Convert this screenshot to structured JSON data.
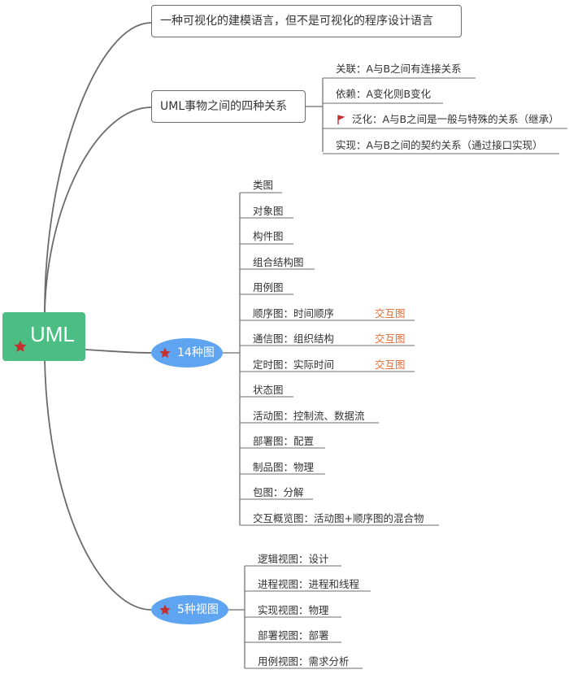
{
  "root": {
    "label": "UML",
    "icon": "star-icon"
  },
  "desc": "一种可视化的建模语言，但不是可视化的程序设计语言",
  "relations": {
    "title": "UML事物之间的四种关系",
    "items": [
      "关联：A与B之间有连接关系",
      "依赖：A变化则B变化",
      "泛化：A与B之间是一般与特殊的关系（继承）",
      "实现：A与B之间的契约关系（通过接口实现）"
    ],
    "flag_icon": "flag-icon"
  },
  "diagrams": {
    "title": "14种图",
    "items": [
      "类图",
      "对象图",
      "构件图",
      "组合结构图",
      "用例图",
      "顺序图：时间顺序",
      "通信图：组织结构",
      "定时图：实际时间",
      "状态图",
      "活动图：控制流、数据流",
      "部署图：配置",
      "制品图：物理",
      "包图：分解",
      "交互概览图：活动图+顺序图的混合物"
    ],
    "interaction_tag": "交互图"
  },
  "views": {
    "title": "5种视图",
    "items": [
      "逻辑视图：设计",
      "进程视图：进程和线程",
      "实现视图：物理",
      "部署视图：部署",
      "用例视图：需求分析"
    ]
  },
  "colors": {
    "root_bg": "#4cbe83",
    "pill_bg": "#5ea4f0",
    "star": "#c62f2f",
    "tag": "#e06a33",
    "line": "#6b6b6b"
  }
}
